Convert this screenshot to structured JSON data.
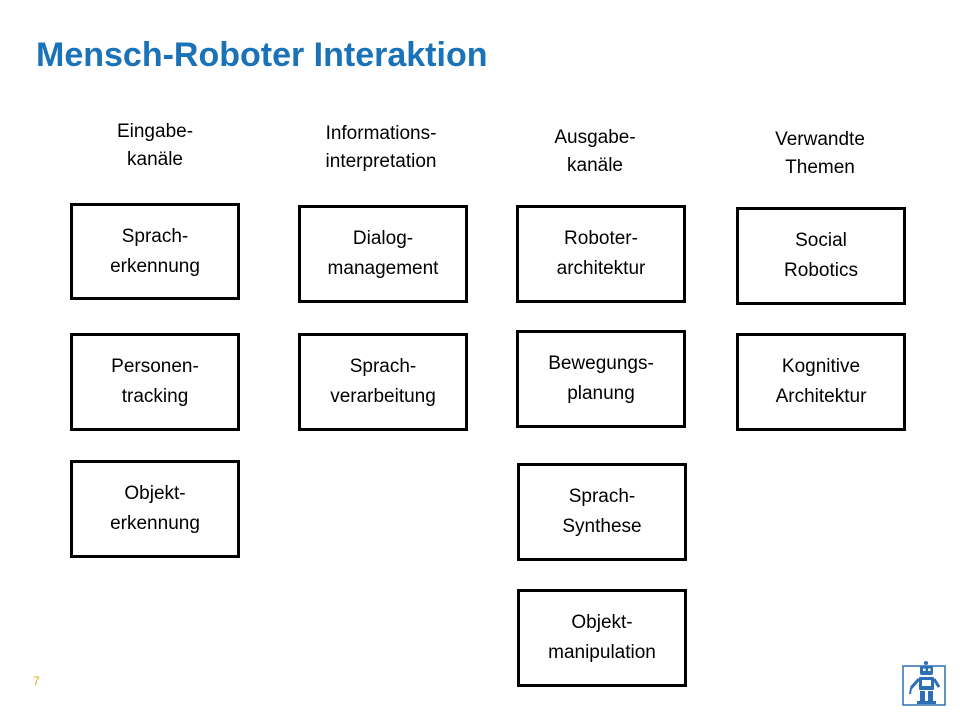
{
  "slide": {
    "title": "Mensch-Roboter Interaktion",
    "page_number": "7"
  },
  "colors": {
    "title": "#1a72b8",
    "page_number": "#e6a800",
    "logo": "#2d6fb5"
  },
  "columns": [
    {
      "header": [
        "Eingabe-",
        "kanäle"
      ],
      "boxes": [
        [
          "Sprach-",
          "erkennung"
        ],
        [
          "Personen-",
          "tracking"
        ],
        [
          "Objekt-",
          "erkennung"
        ]
      ]
    },
    {
      "header": [
        "Informations-",
        "interpretation"
      ],
      "boxes": [
        [
          "Dialog-",
          "management"
        ],
        [
          "Sprach-",
          "verarbeitung"
        ]
      ]
    },
    {
      "header": [
        "Ausgabe-",
        "kanäle"
      ],
      "boxes": [
        [
          "Roboter-",
          "architektur"
        ],
        [
          "Bewegungs-",
          "planung"
        ],
        [
          "Sprach-",
          "Synthese"
        ],
        [
          "Objekt-",
          "manipulation"
        ]
      ]
    },
    {
      "header": [
        "Verwandte",
        "Themen"
      ],
      "boxes": [
        [
          "Social",
          "Robotics"
        ],
        [
          "Kognitive",
          "Architektur"
        ]
      ]
    }
  ],
  "logo": {
    "icon": "robot-logo-icon"
  }
}
